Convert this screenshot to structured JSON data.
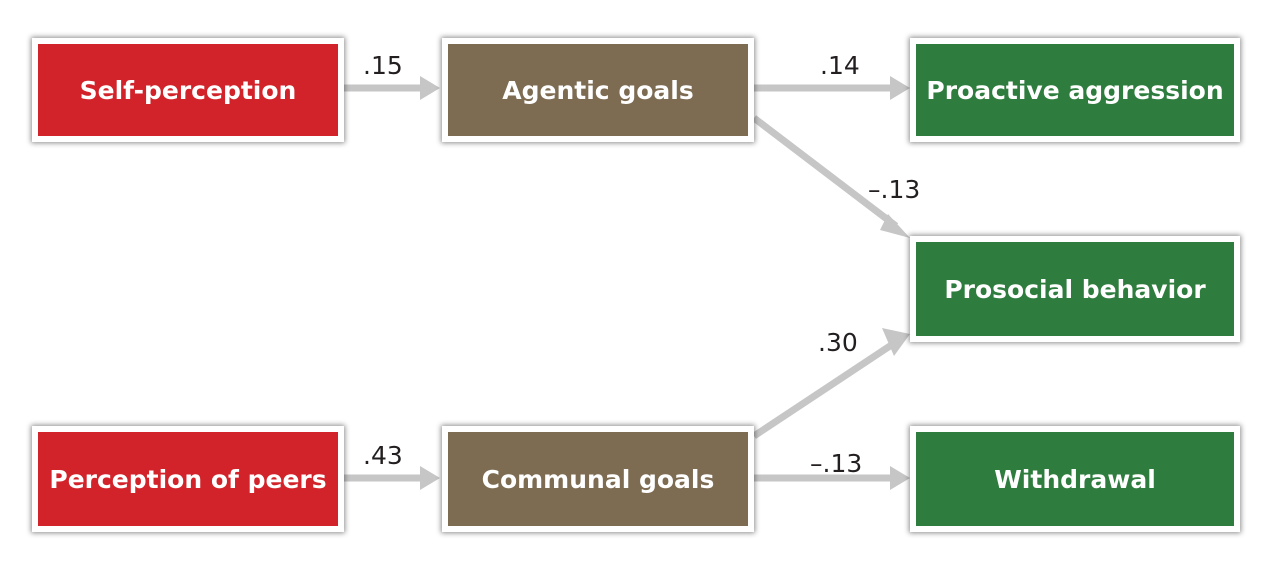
{
  "colors": {
    "perception": "#d2232a",
    "goals": "#7d6b52",
    "outcome": "#2e7d3e",
    "arrow": "#c6c6c6"
  },
  "nodes": {
    "self_perception": "Self-perception",
    "perception_of_peers": "Perception of peers",
    "agentic_goals": "Agentic goals",
    "communal_goals": "Communal goals",
    "proactive_aggression": "Proactive aggression",
    "prosocial_behavior": "Prosocial behavior",
    "withdrawal": "Withdrawal"
  },
  "edges": [
    {
      "from": "Self-perception",
      "to": "Agentic goals",
      "label": ".15"
    },
    {
      "from": "Agentic goals",
      "to": "Proactive aggression",
      "label": ".14"
    },
    {
      "from": "Agentic goals",
      "to": "Prosocial behavior",
      "label": "–.13"
    },
    {
      "from": "Perception of peers",
      "to": "Communal goals",
      "label": ".43"
    },
    {
      "from": "Communal goals",
      "to": "Prosocial behavior",
      "label": ".30"
    },
    {
      "from": "Communal goals",
      "to": "Withdrawal",
      "label": "–.13"
    }
  ]
}
